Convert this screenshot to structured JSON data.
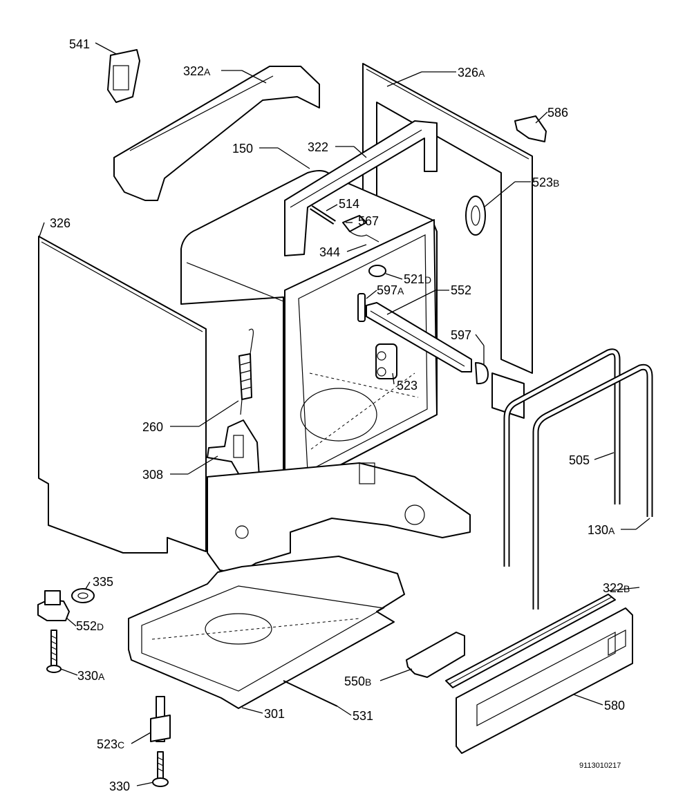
{
  "drawing_number": "9113010217",
  "callouts": [
    {
      "id": "541",
      "num": "541",
      "suffix": ""
    },
    {
      "id": "322A",
      "num": "322",
      "suffix": "A"
    },
    {
      "id": "326A",
      "num": "326",
      "suffix": "A"
    },
    {
      "id": "586",
      "num": "586",
      "suffix": ""
    },
    {
      "id": "150",
      "num": "150",
      "suffix": ""
    },
    {
      "id": "322",
      "num": "322",
      "suffix": ""
    },
    {
      "id": "523B",
      "num": "523",
      "suffix": "B"
    },
    {
      "id": "326",
      "num": "326",
      "suffix": ""
    },
    {
      "id": "514",
      "num": "514",
      "suffix": ""
    },
    {
      "id": "567",
      "num": "567",
      "suffix": ""
    },
    {
      "id": "344",
      "num": "344",
      "suffix": ""
    },
    {
      "id": "521D",
      "num": "521",
      "suffix": "D"
    },
    {
      "id": "597A",
      "num": "597",
      "suffix": "A"
    },
    {
      "id": "552",
      "num": "552",
      "suffix": ""
    },
    {
      "id": "597",
      "num": "597",
      "suffix": ""
    },
    {
      "id": "523",
      "num": "523",
      "suffix": ""
    },
    {
      "id": "260",
      "num": "260",
      "suffix": ""
    },
    {
      "id": "505",
      "num": "505",
      "suffix": ""
    },
    {
      "id": "308",
      "num": "308",
      "suffix": ""
    },
    {
      "id": "130A",
      "num": "130",
      "suffix": "A"
    },
    {
      "id": "335",
      "num": "335",
      "suffix": ""
    },
    {
      "id": "322B",
      "num": "322",
      "suffix": "B"
    },
    {
      "id": "552D",
      "num": "552",
      "suffix": "D"
    },
    {
      "id": "330A",
      "num": "330",
      "suffix": "A"
    },
    {
      "id": "550B",
      "num": "550",
      "suffix": "B"
    },
    {
      "id": "301",
      "num": "301",
      "suffix": ""
    },
    {
      "id": "531",
      "num": "531",
      "suffix": ""
    },
    {
      "id": "580",
      "num": "580",
      "suffix": ""
    },
    {
      "id": "523C",
      "num": "523",
      "suffix": "C"
    },
    {
      "id": "330",
      "num": "330",
      "suffix": ""
    }
  ]
}
